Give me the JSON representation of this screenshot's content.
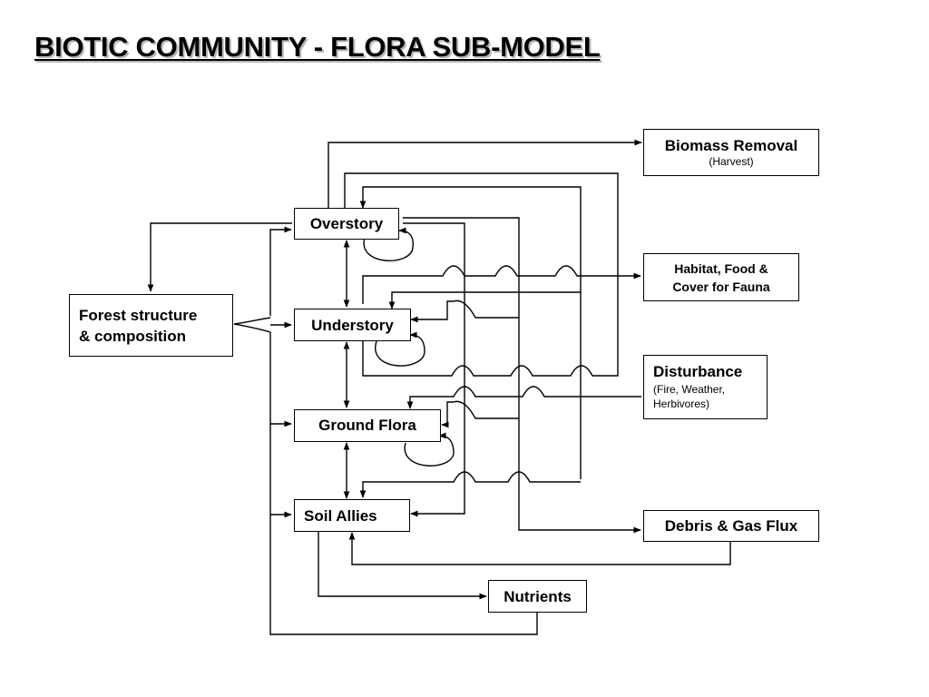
{
  "title": "BIOTIC COMMUNITY - FLORA SUB-MODEL",
  "nodes": {
    "overstory": {
      "label": "Overstory"
    },
    "understory": {
      "label": "Understory"
    },
    "ground_flora": {
      "label": "Ground Flora"
    },
    "soil_allies": {
      "label": "Soil Allies"
    },
    "forest_structure": {
      "label_line1": "Forest structure",
      "label_line2": "& composition"
    },
    "biomass_removal": {
      "label": "Biomass Removal",
      "sublabel": "(Harvest)"
    },
    "habitat": {
      "label_line1": "Habitat, Food &",
      "label_line2": "Cover for Fauna"
    },
    "disturbance": {
      "label": "Disturbance",
      "sublabel_line1": "(Fire, Weather,",
      "sublabel_line2": "Herbivores)"
    },
    "debris": {
      "label": "Debris & Gas Flux"
    },
    "nutrients": {
      "label": "Nutrients"
    }
  },
  "colors": {
    "line": "#000000",
    "background": "#ffffff",
    "title_shadow": "#b8b8b8"
  }
}
